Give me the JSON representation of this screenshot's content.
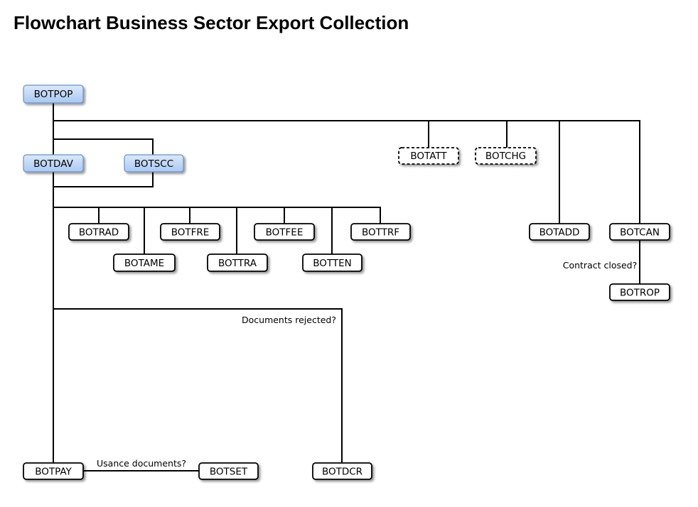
{
  "title": "Flowchart Business Sector Export Collection",
  "colors": {
    "highlight_fill_top": "#dce9fb",
    "highlight_fill_bottom": "#a9c8f2",
    "highlight_border": "#6d8fc4",
    "box_border": "#000000",
    "line": "#000000"
  },
  "nodes": {
    "botpop": "BOTPOP",
    "botdav": "BOTDAV",
    "botscc": "BOTSCC",
    "botatt": "BOTATT",
    "botchg": "BOTCHG",
    "botrad": "BOTRAD",
    "botfre": "BOTFRE",
    "botfee": "BOTFEE",
    "bottrf": "BOTTRF",
    "botame": "BOTAME",
    "bottra": "BOTTRA",
    "botten": "BOTTEN",
    "botadd": "BOTADD",
    "botcan": "BOTCAN",
    "botrop": "BOTROP",
    "botpay": "BOTPAY",
    "botset": "BOTSET",
    "botdcr": "BOTDCR"
  },
  "notes": {
    "contract_closed": "Contract closed?",
    "documents_rejected": "Documents rejected?",
    "usance_documents": "Usance documents?"
  }
}
